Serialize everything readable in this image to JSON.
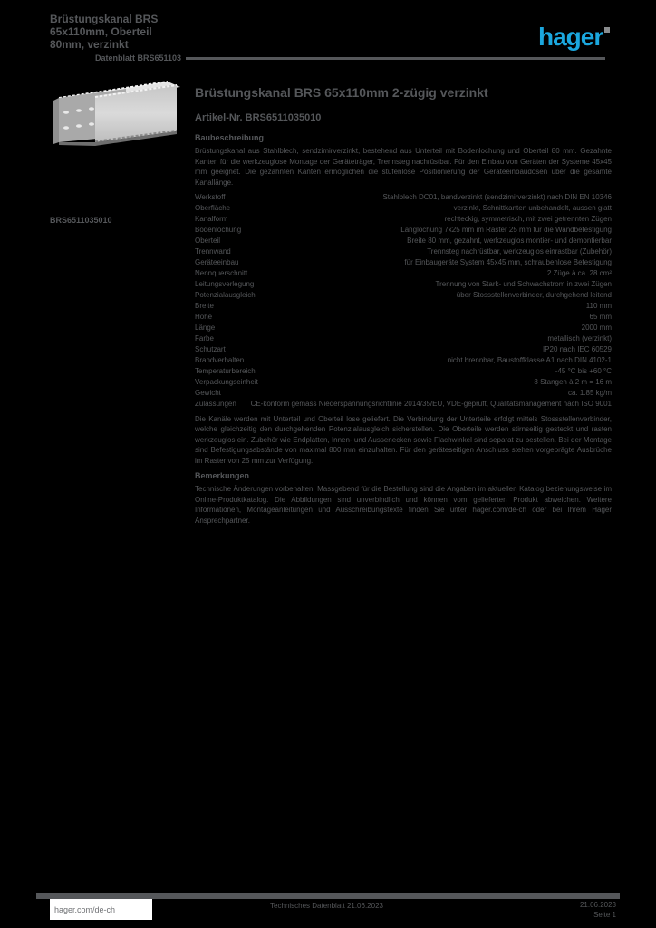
{
  "colors": {
    "accent": "#1ba7de",
    "text": "#55575a",
    "background": "#000000"
  },
  "header": {
    "title_lines": [
      "Brüstungskanal BRS",
      "65x110mm, Oberteil",
      "80mm, verzinkt"
    ],
    "subline": "Datenblatt BRS651103",
    "logo_text": "hager"
  },
  "product": {
    "title": "Brüstungskanal BRS 65x110mm 2-zügig verzinkt",
    "article_line": "Artikel-Nr. BRS6511035010",
    "image_caption": "BRS6511035010",
    "image_alt": "cable-trunking-photo"
  },
  "sections": [
    {
      "heading": "Baubeschreibung",
      "paragraph": "Brüstungskanal aus Stahlblech, sendzimirverzinkt, bestehend aus Unterteil mit Bodenlochung und Oberteil 80 mm. Gezahnte Kanten für die werkzeuglose Montage der Geräteträger, Trennsteg nachrüstbar. Für den Einbau von Geräten der Systeme 45x45 mm geeignet. Die gezahnten Kanten ermöglichen die stufenlose Positionierung der Geräteeinbaudosen über die gesamte Kanallänge."
    },
    {
      "rows": [
        {
          "label": "Werkstoff",
          "value": "Stahlblech DC01, bandverzinkt (sendzimirverzinkt) nach DIN EN 10346"
        },
        {
          "label": "Oberfläche",
          "value": "verzinkt, Schnittkanten unbehandelt, aussen glatt"
        },
        {
          "label": "Kanalform",
          "value": "rechteckig, symmetrisch, mit zwei getrennten Zügen"
        },
        {
          "label": "Bodenlochung",
          "value": "Langlochung 7x25 mm im Raster 25 mm für die Wandbefestigung"
        },
        {
          "label": "Oberteil",
          "value": "Breite 80 mm, gezahnt, werkzeuglos montier- und demontierbar"
        },
        {
          "label": "Trennwand",
          "value": "Trennsteg nachrüstbar, werkzeuglos einrastbar (Zubehör)"
        },
        {
          "label": "Geräteeinbau",
          "value": "für Einbaugeräte System 45x45 mm, schraubenlose Befestigung"
        },
        {
          "label": "Nennquerschnitt",
          "value": "2 Züge à ca. 28 cm²"
        },
        {
          "label": "Leitungsverlegung",
          "value": "Trennung von Stark- und Schwachstrom in zwei Zügen"
        },
        {
          "label": "Potenzialausgleich",
          "value": "über Stossstellenverbinder, durchgehend leitend"
        },
        {
          "label": "Breite",
          "value": "110 mm"
        },
        {
          "label": "Höhe",
          "value": "65 mm"
        },
        {
          "label": "Länge",
          "value": "2000 mm"
        },
        {
          "label": "Farbe",
          "value": "metallisch (verzinkt)"
        },
        {
          "label": "Schutzart",
          "value": "IP20 nach IEC 60529"
        },
        {
          "label": "Brandverhalten",
          "value": "nicht brennbar, Baustoffklasse A1 nach DIN 4102-1"
        },
        {
          "label": "Temperaturbereich",
          "value": "-45 °C bis +60 °C"
        },
        {
          "label": "Verpackungseinheit",
          "value": "8 Stangen à 2 m = 16 m"
        },
        {
          "label": "Gewicht",
          "value": "ca. 1.85 kg/m"
        },
        {
          "label": "Zulassungen",
          "value": "CE-konform gemäss Niederspannungsrichtlinie 2014/35/EU, VDE-geprüft, Qualitätsmanagement nach ISO 9001"
        }
      ]
    },
    {
      "paragraph": "Die Kanäle werden mit Unterteil und Oberteil lose geliefert. Die Verbindung der Unterteile erfolgt mittels Stossstellenverbinder, welche gleichzeitig den durchgehenden Potenzialausgleich sicherstellen. Die Oberteile werden stirnseitig gesteckt und rasten werkzeuglos ein. Zubehör wie Endplatten, Innen- und Aussenecken sowie Flachwinkel sind separat zu bestellen. Bei der Montage sind Befestigungsabstände von maximal 800 mm einzuhalten. Für den geräteseitigen Anschluss stehen vorgeprägte Ausbrüche im Raster von 25 mm zur Verfügung."
    },
    {
      "heading": "Bemerkungen",
      "paragraph": "Technische Änderungen vorbehalten. Massgebend für die Bestellung sind die Angaben im aktuellen Katalog beziehungsweise im Online-Produktkatalog. Die Abbildungen sind unverbindlich und können vom gelieferten Produkt abweichen. Weitere Informationen, Montageanleitungen und Ausschreibungstexte finden Sie unter hager.com/de-ch oder bei Ihrem Hager Ansprechpartner."
    }
  ],
  "footer": {
    "url": "hager.com/de-ch",
    "center": "Technisches Datenblatt 21.06.2023",
    "right_line1": "21.06.2023",
    "right_line2": "Seite 1"
  }
}
